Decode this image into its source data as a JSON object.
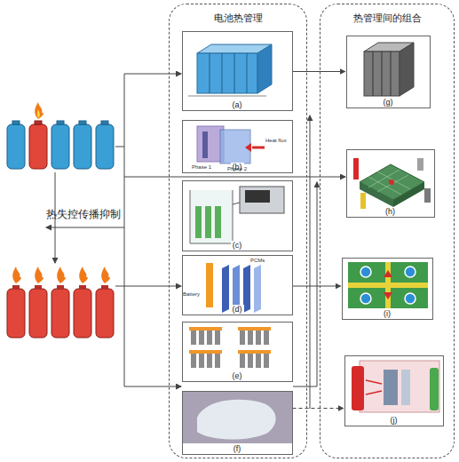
{
  "diagram": {
    "nodes": [
      {
        "text": [
          "电池热管理"
        ]
      },
      {
        "text": [
          "(a)"
        ],
        "in": 0
      },
      {
        "text": [
          "(b)"
        ],
        "in": 0
      },
      {
        "text": [
          "(c)"
        ],
        "in": 0
      },
      {
        "text": [
          "(d)"
        ],
        "in": 0
      },
      {
        "text": [
          "(e)"
        ],
        "in": 0
      },
      {
        "text": [
          "(f)"
        ],
        "in": 0
      },
      {
        "text": [
          "热管理间的组合"
        ]
      },
      {
        "text": [
          "(g)"
        ],
        "in": 7
      },
      {
        "text": [
          "(h)"
        ],
        "in": 7
      },
      {
        "text": [
          "(i)"
        ],
        "in": 7
      },
      {
        "text": [
          "(j)"
        ],
        "in": 7
      }
    ],
    "edges": [
      {
        "from": 1,
        "to": 8,
        "arrow": "to"
      },
      {
        "from": 4,
        "to": 10,
        "arrow": "to"
      },
      {
        "from": 6,
        "to": 11,
        "arrow": "to"
      }
    ],
    "labels": [
      "热失控传播抑制",
      "Heat flux",
      "Phase 1",
      "Phase 2",
      "Battery",
      "PCMs"
    ]
  }
}
